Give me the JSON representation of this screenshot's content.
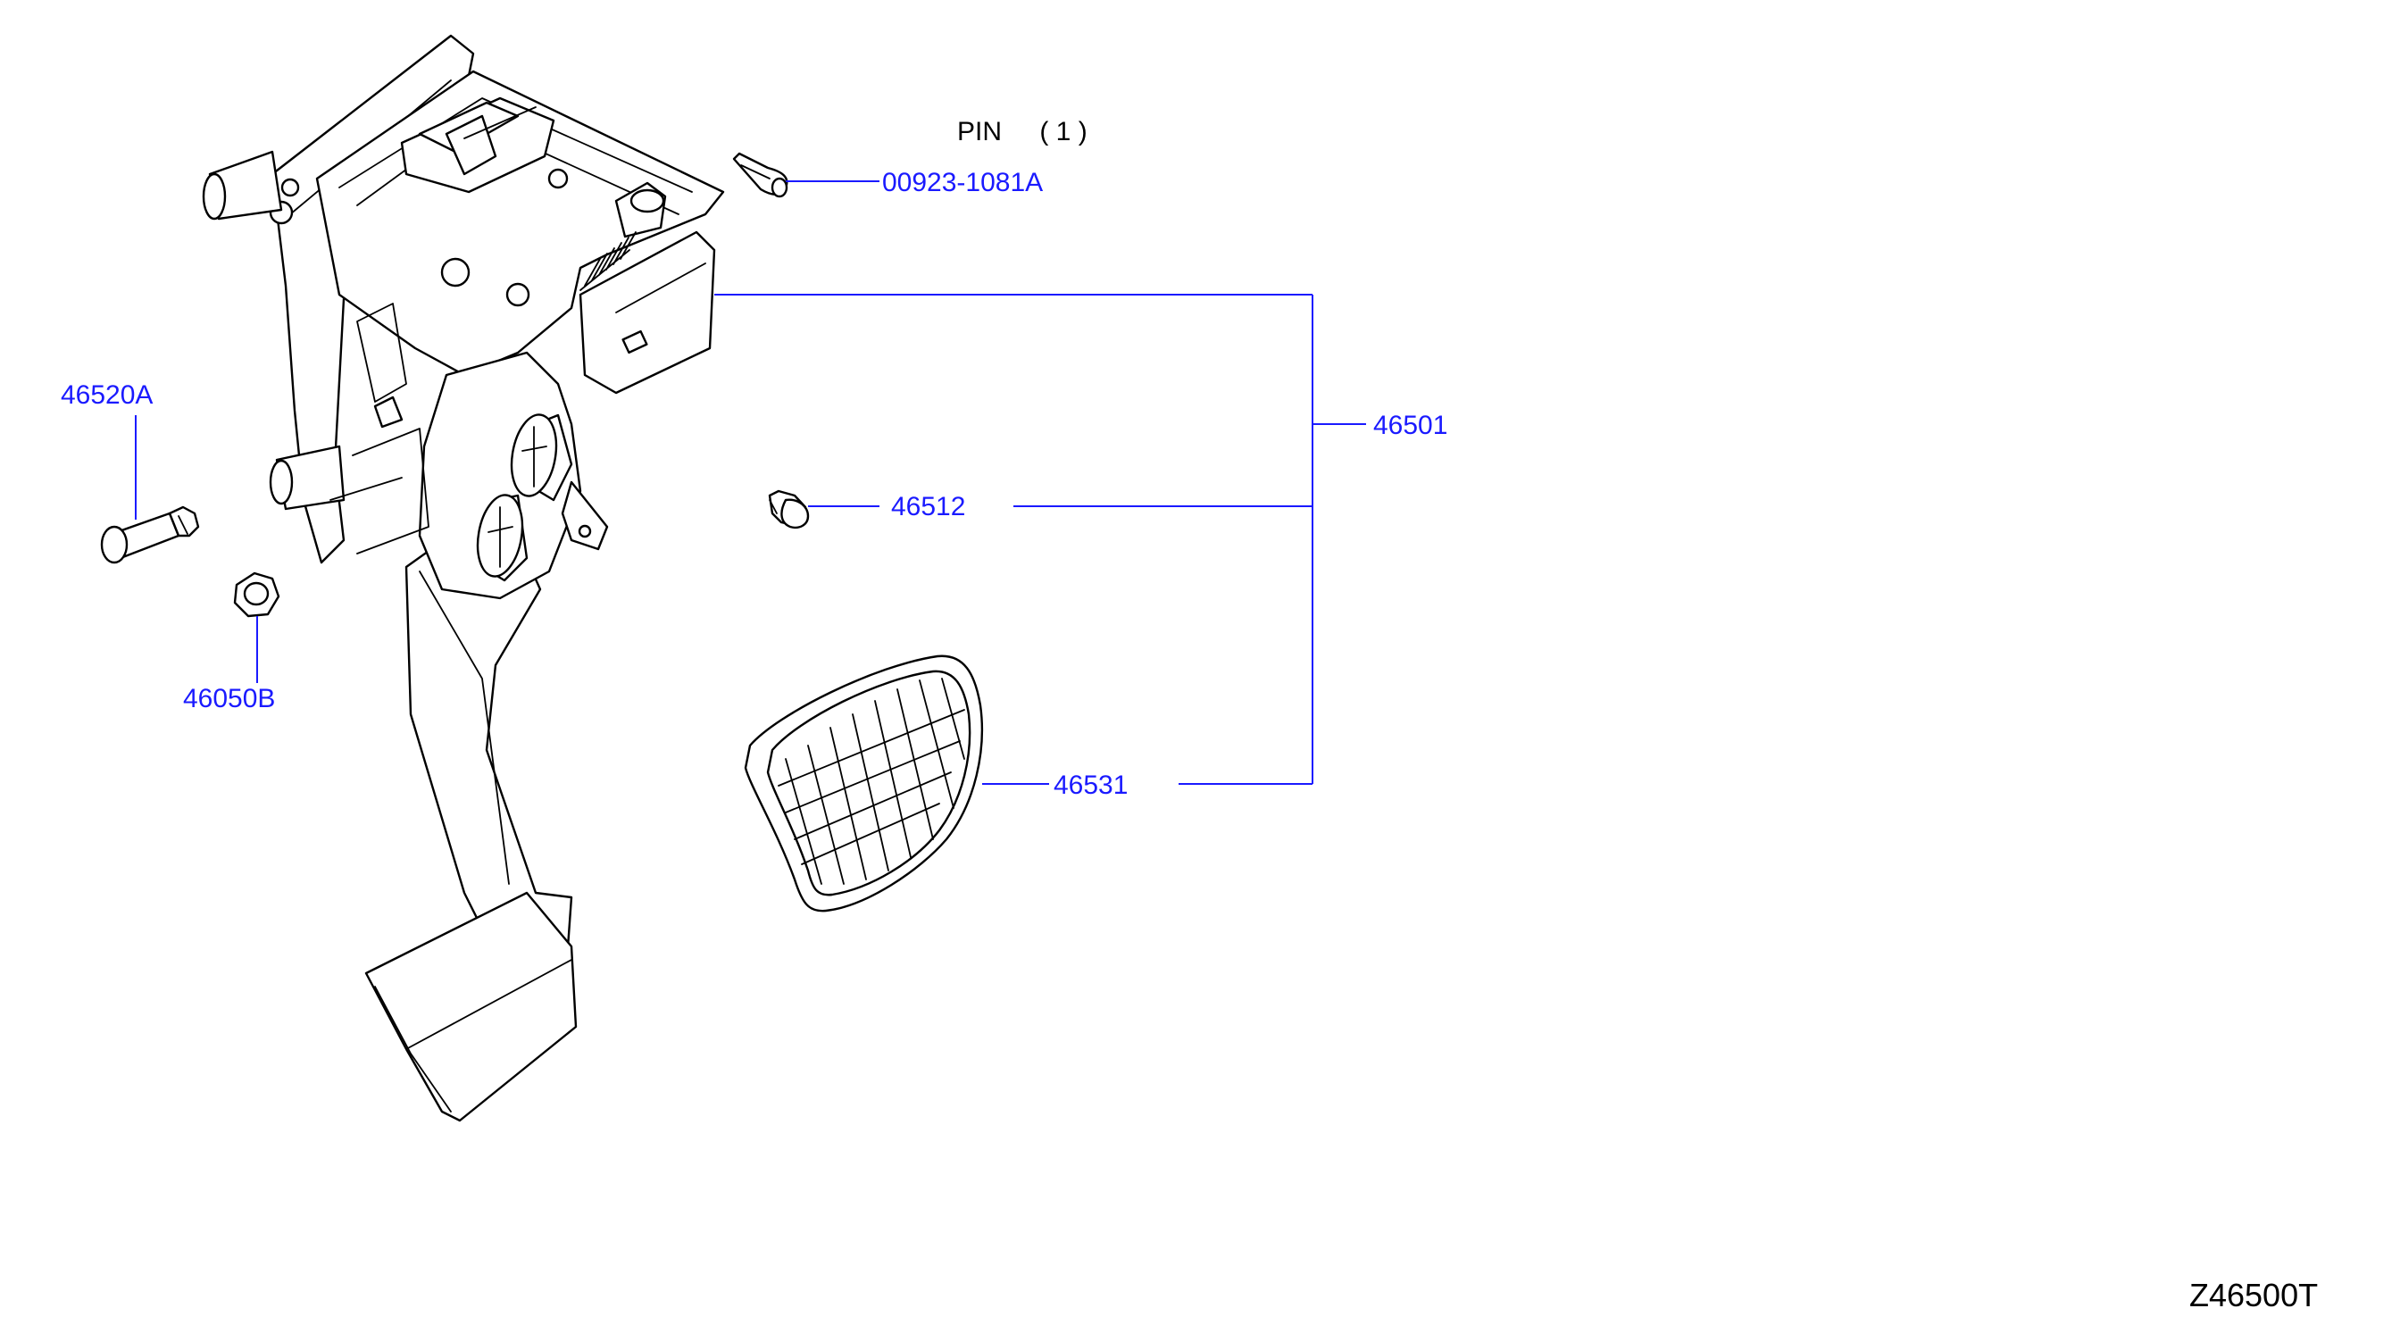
{
  "diagram": {
    "pin_header": {
      "name": "PIN",
      "qty": "( 1 )"
    },
    "callouts": [
      {
        "id": "cotter-pin",
        "part_no": "00923-1081A"
      },
      {
        "id": "pedal-assembly",
        "part_no": "46501"
      },
      {
        "id": "stopper-rubber",
        "part_no": "46512"
      },
      {
        "id": "pedal-pad",
        "part_no": "46531"
      },
      {
        "id": "bolt",
        "part_no": "46520A"
      },
      {
        "id": "nut",
        "part_no": "46050B"
      }
    ],
    "figure_code": "Z46500T"
  },
  "colors": {
    "callout_text": "#1a1aff",
    "leader_line": "#1a1aff",
    "line_art": "#000000",
    "background": "#ffffff"
  }
}
